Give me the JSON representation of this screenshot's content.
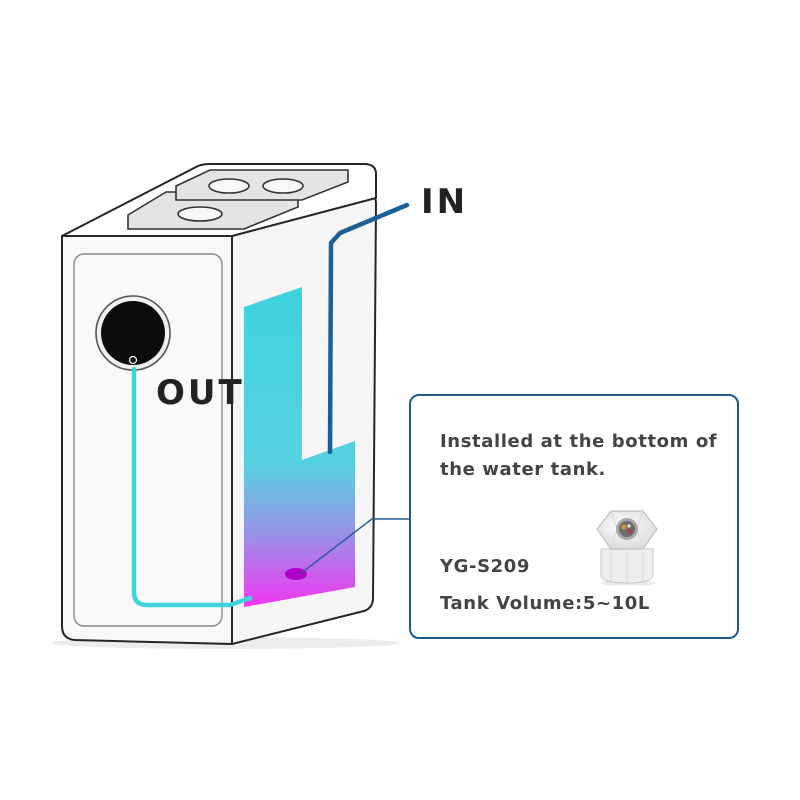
{
  "labels": {
    "inlet": "IN",
    "outlet": "OUT"
  },
  "info_card": {
    "description": "Installed at the bottom of the water tank.",
    "model": "YG-S209",
    "tank_volume": "Tank Volume:5~10L"
  },
  "colors": {
    "inlet_pipe": "#1a5f95",
    "outlet_pipe": "#3fd3de",
    "water_top": "#3fd3de",
    "water_bottom": "#f236f2",
    "card_border": "#1d5a8e",
    "text": "#444444"
  },
  "icons": {
    "sensor": "sensor-photo",
    "display": "control-display-icon"
  }
}
